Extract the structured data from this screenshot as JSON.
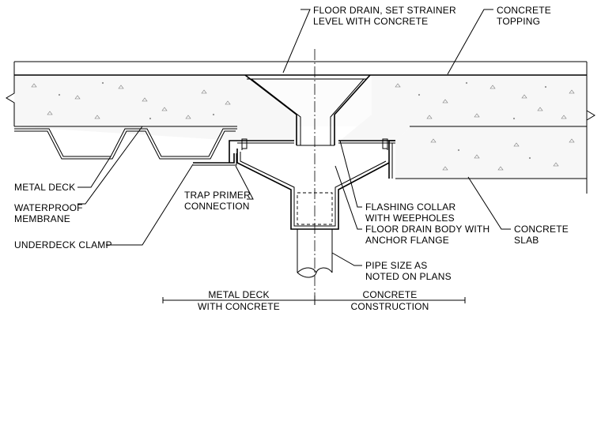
{
  "labels": {
    "floor_drain_1": "FLOOR DRAIN, SET STRAINER",
    "floor_drain_2": "LEVEL WITH CONCRETE",
    "concrete_topping_1": "CONCRETE",
    "concrete_topping_2": "TOPPING",
    "metal_deck": "METAL DECK",
    "waterproof_1": "WATERPROOF",
    "waterproof_2": "MEMBRANE",
    "trap_primer_1": "TRAP PRIMER",
    "trap_primer_2": "CONNECTION",
    "underdeck_clamp": "UNDERDECK CLAMP",
    "flashing_1": "FLASHING COLLAR",
    "flashing_2": "WITH WEEPHOLES",
    "drain_body_1": "FLOOR DRAIN BODY WITH",
    "drain_body_2": "ANCHOR FLANGE",
    "concrete_slab_1": "CONCRETE",
    "concrete_slab_2": "SLAB",
    "pipe_1": "PIPE SIZE AS",
    "pipe_2": "NOTED  ON PLANS",
    "left_zone_1": "METAL DECK",
    "left_zone_2": "WITH CONCRETE",
    "right_zone_1": "CONCRETE",
    "right_zone_2": "CONSTRUCTION"
  }
}
